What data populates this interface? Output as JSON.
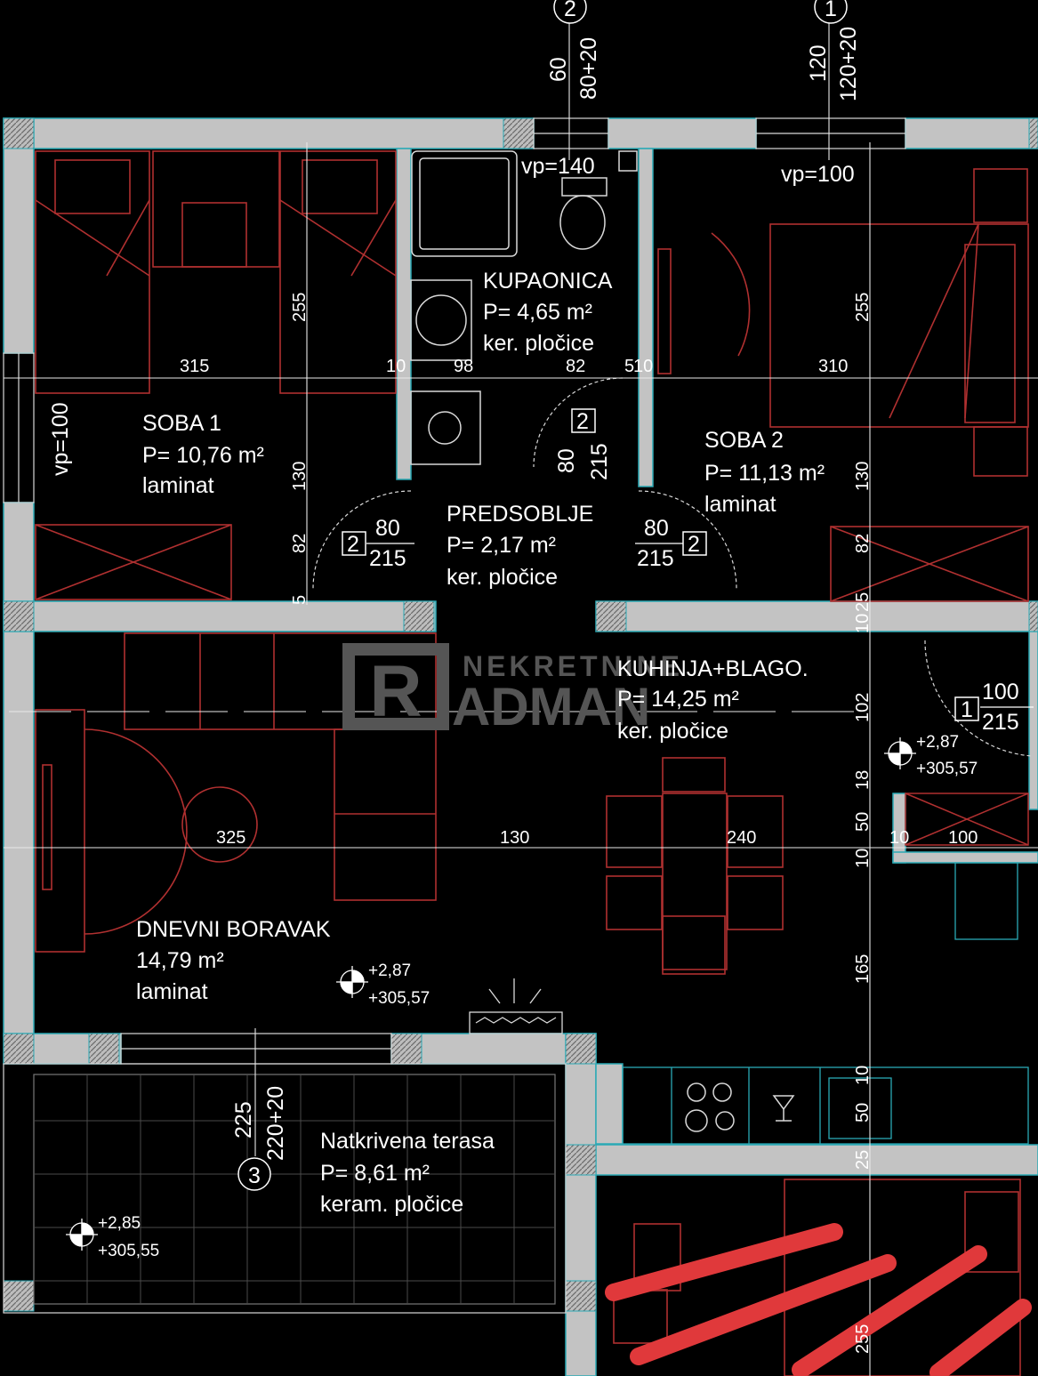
{
  "colors": {
    "wall": "#c3c3c3",
    "wall_edge": "#2aa9b5",
    "furniture": "#b03030",
    "fixture": "#d9d9d9",
    "text": "#ffffff",
    "dimline": "#e8e8e8",
    "highlight": "#e0393b",
    "watermark": "#595959"
  },
  "axes": {
    "axis_2": "2",
    "axis_1": "1",
    "axis_3": "3"
  },
  "watermark": {
    "top": "NEKRETNINE",
    "brand": "ADMAN",
    "logo": "R"
  },
  "rooms": {
    "soba1": {
      "name": "SOBA 1",
      "area": "P= 10,76 m²",
      "floor": "laminat"
    },
    "kupaonica": {
      "name": "KUPAONICA",
      "area": "P= 4,65 m²",
      "floor": "ker. pločice"
    },
    "soba2": {
      "name": "SOBA 2",
      "area": "P= 11,13 m²",
      "floor": "laminat"
    },
    "predsoblje": {
      "name": "PREDSOBLJE",
      "area": "P= 2,17 m²",
      "floor": "ker. pločice"
    },
    "kuhinja": {
      "name": "KUHINJA+BLAGO.",
      "area": "P= 14,25 m²",
      "floor": "ker. pločice"
    },
    "dnevni": {
      "name": "DNEVNI BORAVAK",
      "area": "14,79 m²",
      "floor": "laminat"
    },
    "terasa": {
      "name": "Natkrivena terasa",
      "area": "P= 8,61 m²",
      "floor": "keram. pločice"
    }
  },
  "openings": {
    "top_60": "60",
    "top_80_20": "80+20",
    "top_120": "120",
    "top_120_20": "120+20",
    "vp140": "vp=140",
    "vp100_top": "vp=100",
    "vp100_left": "vp=100",
    "bath_door_tag": "2",
    "bath_door_w": "80",
    "bath_door_h": "215",
    "s1_door_tag": "2",
    "s1_door_w": "80",
    "s1_door_h": "215",
    "s2_door_tag": "2",
    "s2_door_w": "80",
    "s2_door_h": "215",
    "entry_door_tag": "1",
    "entry_door_w": "100",
    "entry_door_h": "215",
    "terrace_225": "225",
    "terrace_220_20": "220+20"
  },
  "dimensions": {
    "d315": "315",
    "d10a": "10",
    "d98": "98",
    "d82a": "82",
    "d5": "5",
    "d10b": "10",
    "d310": "310",
    "d255a": "255",
    "d255b": "255",
    "d130a": "130",
    "d130b": "130",
    "d82b": "82",
    "d82c": "82",
    "d5b": "5",
    "d25a": "25",
    "d10c": "10",
    "d325": "325",
    "d130c": "130",
    "d240": "240",
    "d10d": "10",
    "d100": "100",
    "d102": "102",
    "d18": "18",
    "d50a": "50",
    "d10e": "10",
    "d165": "165",
    "d10f": "10",
    "d50b": "50",
    "d25b": "25",
    "d255c": "255"
  },
  "levels": {
    "kuhinja_a": "+2,87",
    "kuhinja_b": "+305,57",
    "dnevni_a": "+2,87",
    "dnevni_b": "+305,57",
    "terasa_a": "+2,85",
    "terasa_b": "+305,55"
  }
}
